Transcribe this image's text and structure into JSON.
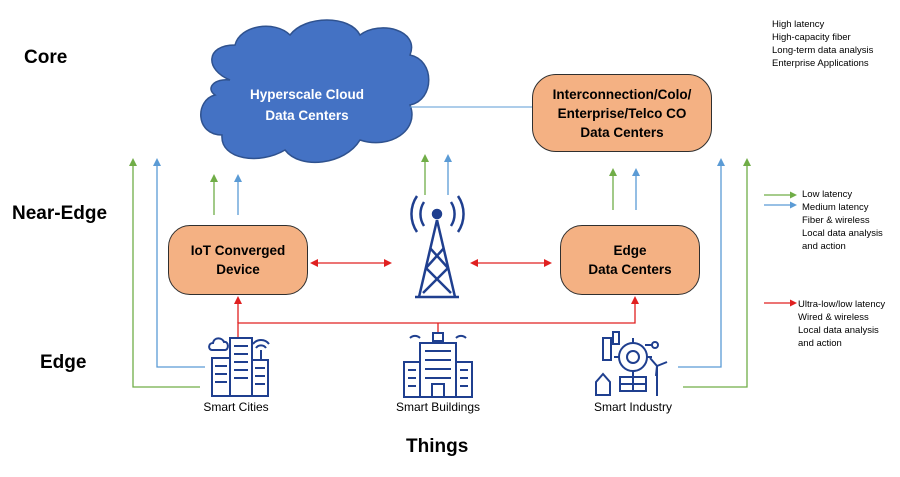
{
  "tiers": {
    "core": "Core",
    "near_edge": "Near-Edge",
    "edge": "Edge",
    "things": "Things"
  },
  "nodes": {
    "cloud": {
      "line1": "Hyperscale Cloud",
      "line2": "Data Centers"
    },
    "interconnect": {
      "line1": "Interconnection/Colo/",
      "line2": "Enterprise/Telco CO",
      "line3": "Data Centers"
    },
    "iot": {
      "line1": "IoT Converged",
      "line2": "Device"
    },
    "edge_dc": {
      "line1": "Edge",
      "line2": "Data Centers"
    }
  },
  "things": {
    "cities": "Smart Cities",
    "buildings": "Smart Buildings",
    "industry": "Smart Industry"
  },
  "legend": {
    "core": [
      "High latency",
      "High-capacity fiber",
      "Long-term data analysis",
      "Enterprise Applications"
    ],
    "near_edge": [
      "Low latency",
      "Medium latency",
      "Fiber & wireless",
      "Local data analysis",
      "and action"
    ],
    "edge": [
      "Ultra-low/low latency",
      "Wired & wireless",
      "Local data analysis",
      "and action"
    ]
  },
  "colors": {
    "green": "#70ad47",
    "blue": "#5b9bd5",
    "red": "#e02020",
    "cloud": "#4472c4",
    "box": "#f4b183",
    "icon": "#1f3f8f"
  },
  "icons": [
    "cloud-icon",
    "cell-tower-icon",
    "smart-city-icon",
    "smart-building-icon",
    "smart-industry-icon"
  ]
}
